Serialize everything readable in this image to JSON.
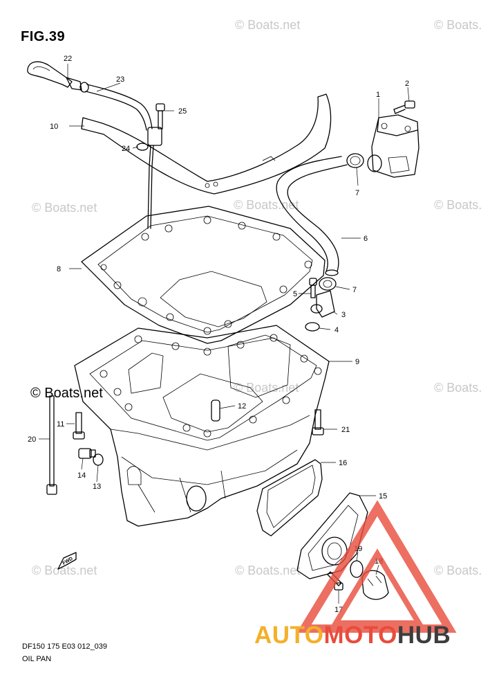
{
  "figure": {
    "title": "FIG.39",
    "caption_code": "DF150 175 E03 012_039",
    "caption_name": "OIL PAN"
  },
  "watermark": "© Boats.net",
  "brand": {
    "part1": "AUTO",
    "part2": "MOTO",
    "part3": "HUB",
    "colors": {
      "auto": "#f3b02a",
      "moto": "#e84c3c",
      "hub": "#3d3d3d",
      "triangle": "#e84c3c"
    }
  },
  "fwd_label": "FWD",
  "callouts": [
    "1",
    "2",
    "3",
    "4",
    "5",
    "6",
    "7",
    "7",
    "8",
    "9",
    "10",
    "11",
    "12",
    "13",
    "14",
    "15",
    "16",
    "17",
    "18",
    "19",
    "20",
    "21",
    "22",
    "23",
    "24",
    "25"
  ]
}
